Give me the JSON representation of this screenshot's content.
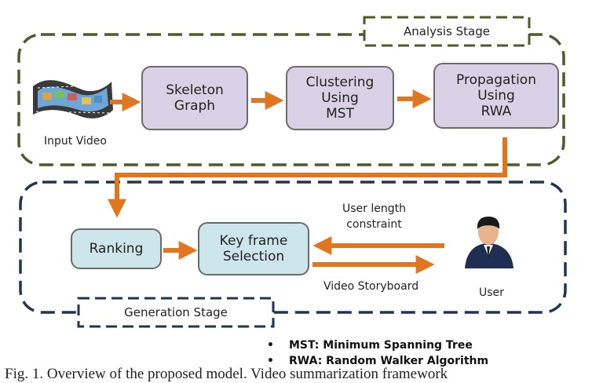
{
  "analysis_stage": {
    "label": "Analysis Stage",
    "input_caption": "Input Video",
    "nodes": [
      {
        "lines": [
          "Skeleton",
          "Graph"
        ]
      },
      {
        "lines": [
          "Clustering",
          "Using",
          "MST"
        ]
      },
      {
        "lines": [
          "Propagation",
          "Using",
          "RWA"
        ]
      }
    ]
  },
  "generation_stage": {
    "label": "Generation Stage",
    "nodes": [
      {
        "lines": [
          "Ranking"
        ]
      },
      {
        "lines": [
          "Key frame",
          "Selection"
        ]
      }
    ],
    "user_constraint_lines": [
      "User length",
      "constraint"
    ],
    "output_caption": "Video Storyboard",
    "user_caption": "User"
  },
  "legend": [
    {
      "bullet": "•",
      "text": "MST: Minimum Spanning Tree"
    },
    {
      "bullet": "•",
      "text": "RWA: Random Walker Algorithm"
    }
  ],
  "figure_caption": "Fig. 1.  Overview of the proposed model. Video summarization framework",
  "colors": {
    "analysis_border": "#4d5a2a",
    "generation_border": "#1f3553",
    "arrow": "#e0761f",
    "analysis_fill": "#d9d2e6",
    "generation_fill": "#cde6ec"
  }
}
